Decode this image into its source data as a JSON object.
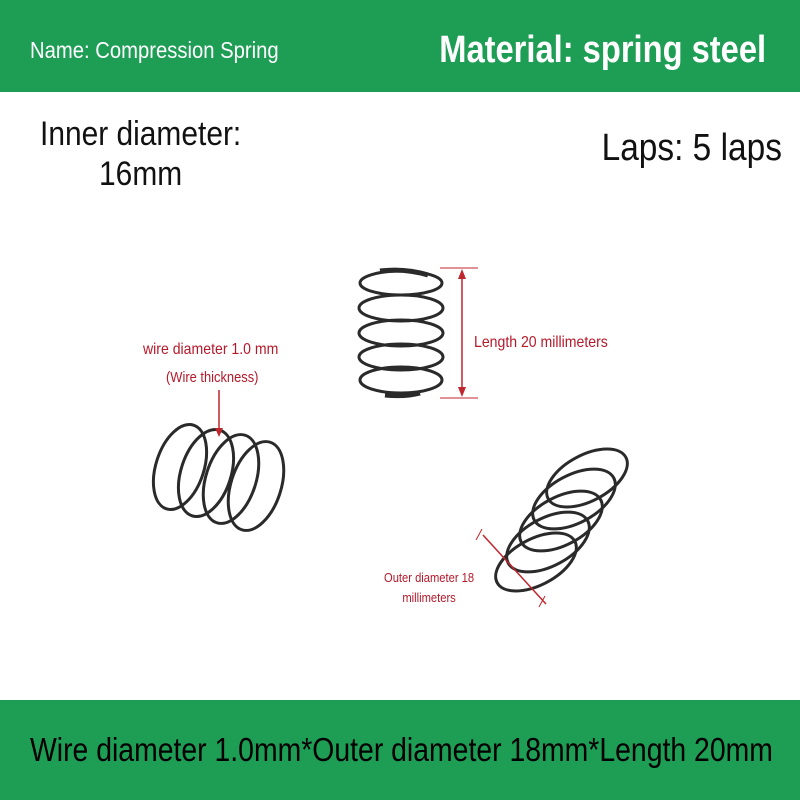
{
  "top_banner": {
    "name": "Name: Compression Spring",
    "material": "Material: spring steel"
  },
  "specs": {
    "inner_diameter_line1": "Inner diameter:",
    "inner_diameter_line2": "16mm",
    "laps": "Laps: 5 laps"
  },
  "callouts": {
    "wire_diameter": "wire diameter 1.0 mm",
    "wire_thickness": "(Wire thickness)",
    "length": "Length 20 millimeters",
    "outer_diameter_line1": "Outer diameter 18",
    "outer_diameter_line2": "millimeters"
  },
  "bottom_banner": {
    "spec_line": "Wire diameter 1.0mm*Outer diameter 18mm*Length 20mm"
  },
  "colors": {
    "banner_green": "#1e9d55",
    "callout_red": "#b5192a",
    "spring_steel": "#2a2a2a"
  }
}
